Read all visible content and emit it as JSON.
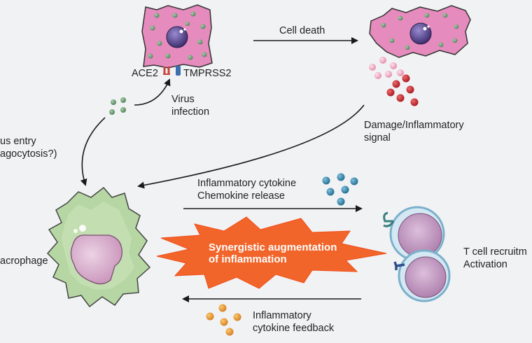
{
  "labels": {
    "ace2": "ACE2",
    "tmprss2": "TMPRSS2",
    "cell_death": "Cell death",
    "virus_infection_line1": "Virus",
    "virus_infection_line2": "infection",
    "damage_signal_line1": "Damage/Inflammatory",
    "damage_signal_line2": "signal",
    "virus_entry_line1": "us entry",
    "virus_entry_line2": "agocytosis?)",
    "cytokine_release_line1": "Inflammatory cytokine",
    "cytokine_release_line2": "Chemokine release",
    "synergy_line1": "Synergistic augmentation",
    "synergy_line2": "of inflammation",
    "macrophage": "acrophage",
    "tcell_line1": "T cell recruitm",
    "tcell_line2": "Activation",
    "feedback_line1": "Inflammatory",
    "feedback_line2": "cytokine feedback"
  },
  "colors": {
    "background": "#f1f2f3",
    "epithelial_cell": "#e58bbd",
    "nucleus": "#5a4a8c",
    "virus_particle": "#6f9e78",
    "ace2_receptor": "#c8433a",
    "tmprss2_receptor": "#3c6fb0",
    "damage_signal_pink": "#f0a8c0",
    "damage_signal_red": "#c42430",
    "macrophage_body": "#b6d7a3",
    "macrophage_nucleus": "#d7a8c8",
    "cytokine_blue": "#2f7ea3",
    "cytokine_orange": "#e8962e",
    "burst": "#f2652a",
    "tcell_membrane": "#9cc9de",
    "tcell_nucleus": "#c9a0c5",
    "tcell_receptor": "#3a7f80"
  }
}
